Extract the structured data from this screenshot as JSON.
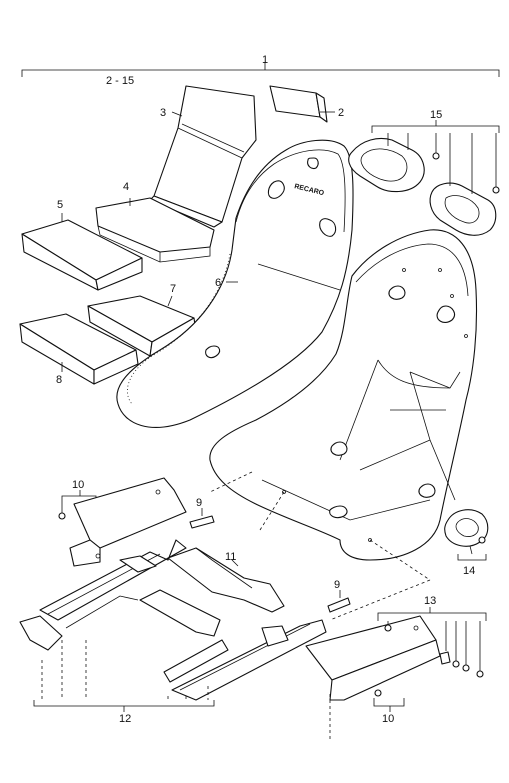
{
  "callouts": {
    "c1": "1",
    "c2_15": "2 - 15",
    "c2": "2",
    "c3": "3",
    "c4": "4",
    "c5": "5",
    "c6": "6",
    "c7": "7",
    "c8": "8",
    "c9a": "9",
    "c9b": "9",
    "c10a": "10",
    "c10b": "10",
    "c11": "11",
    "c12": "12",
    "c13": "13",
    "c14": "14",
    "c15": "15"
  },
  "logo_text": "RECARO"
}
